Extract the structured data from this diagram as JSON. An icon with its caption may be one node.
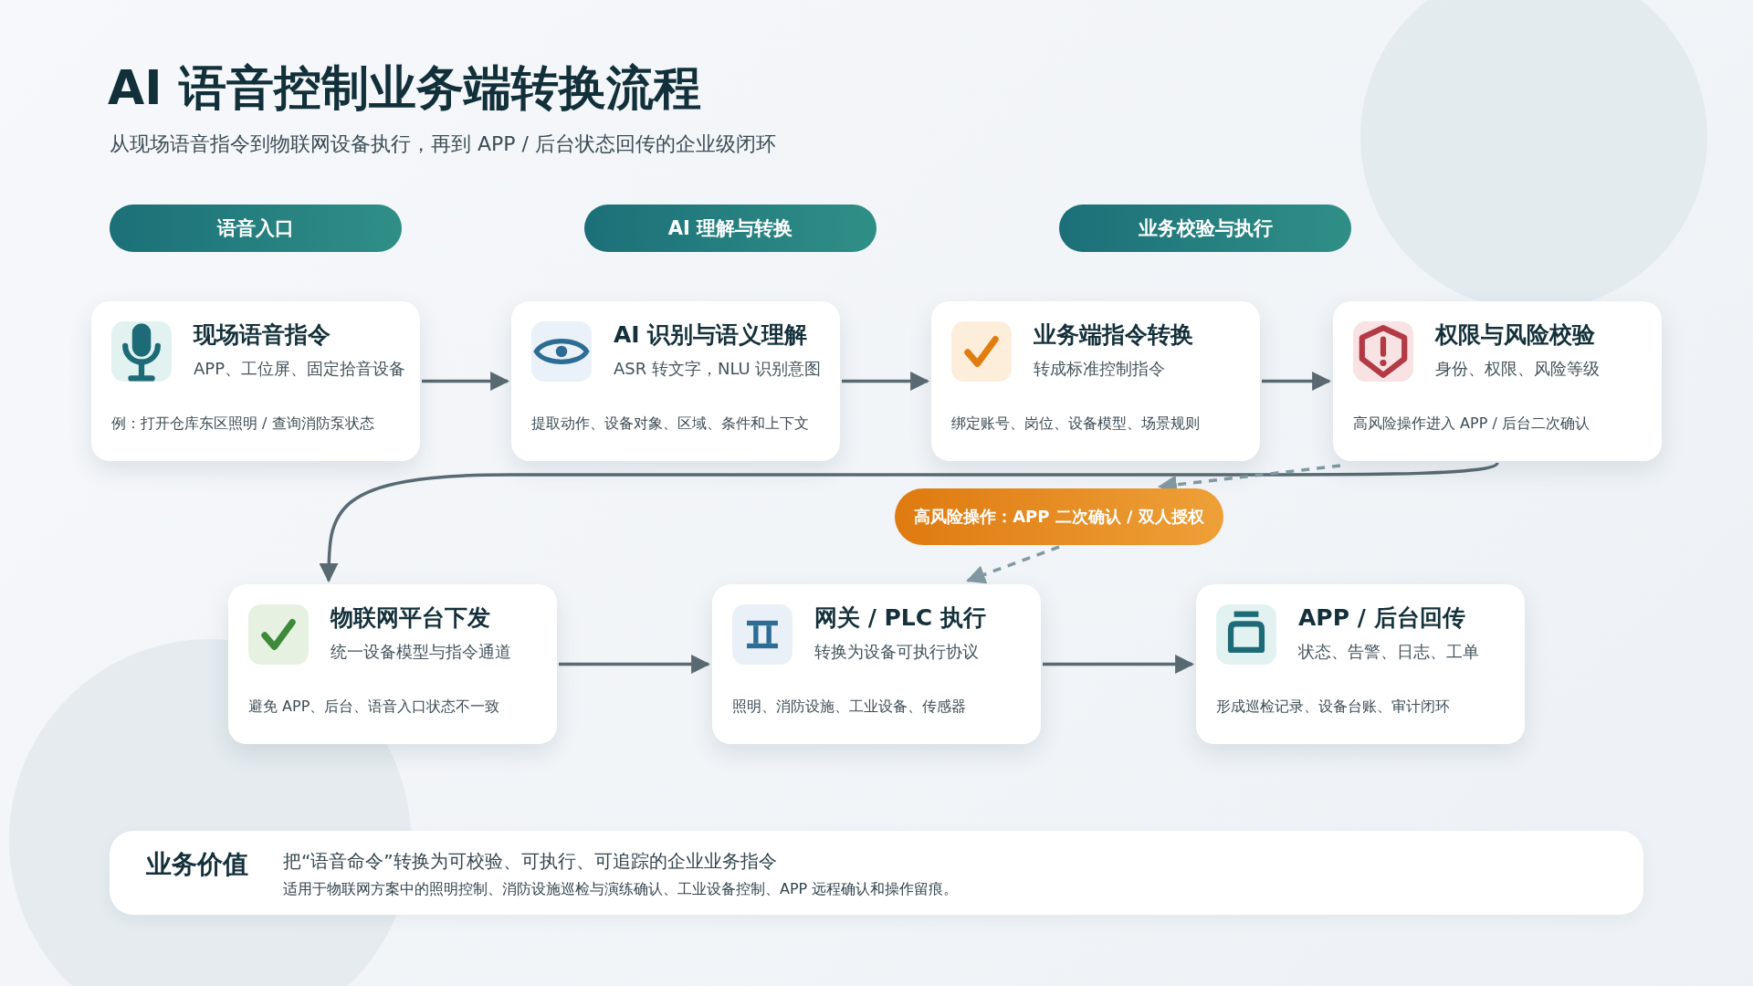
{
  "diagram": {
    "title": "AI 语音控制业务端转换流程",
    "caption": "从现场语音指令到物联网设备执行，再到 APP / 后台状态回传的企业级闭环",
    "nodes": [
      {
        "text": [
          "语音入口"
        ]
      },
      {
        "text": [
          "AI 理解与转换"
        ]
      },
      {
        "text": [
          "业务校验与执行"
        ]
      },
      {
        "text": [
          "现场语音指令",
          "APP、工位屏、固定拾音设备",
          "例：打开仓库东区照明 / 查询消防泵状态"
        ]
      },
      {
        "text": [
          "AI 识别与语义理解",
          "ASR 转文字，NLU 识别意图",
          "提取动作、设备对象、区域、条件和上下文"
        ]
      },
      {
        "text": [
          "业务端指令转换",
          "转成标准控制指令",
          "绑定账号、岗位、设备模型、场景规则"
        ]
      },
      {
        "text": [
          "权限与风险校验",
          "身份、权限、风险等级",
          "高风险操作进入 APP / 后台二次确认"
        ]
      },
      {
        "text": [
          "高风险操作：APP 二次确认 / 双人授权"
        ]
      },
      {
        "text": [
          "物联网平台下发",
          "统一设备模型与指令通道",
          "避免 APP、后台、语音入口状态不一致"
        ]
      },
      {
        "text": [
          "网关 / PLC 执行",
          "转换为设备可执行协议",
          "照明、消防设施、工业设备、传感器"
        ]
      },
      {
        "text": [
          "APP / 后台回传",
          "状态、告警、日志、工单",
          "形成巡检记录、设备台账、审计闭环"
        ]
      },
      {
        "text": [
          "业务价值",
          "把“语音命令”转换为可校验、可执行、可追踪的企业业务指令",
          "适用于物联网方案中的照明控制、消防设施巡检与演练确认、工业设备控制、APP 远程确认和操作留痕。"
        ]
      }
    ],
    "edges": [
      {
        "from": 3,
        "to": 4,
        "arrow": "to"
      },
      {
        "from": 4,
        "to": 5,
        "arrow": "to"
      },
      {
        "from": 5,
        "to": 6,
        "arrow": "to"
      },
      {
        "from": 6,
        "to": 8,
        "arrow": "to"
      },
      {
        "from": 6,
        "to": 7,
        "arrow": "to",
        "style": "dashed",
        "color": "#8299a3"
      },
      {
        "from": 7,
        "to": 9,
        "arrow": "to",
        "style": "dashed",
        "color": "#8299a3"
      },
      {
        "from": 8,
        "to": 9,
        "arrow": "to"
      },
      {
        "from": 9,
        "to": 10,
        "arrow": "to"
      }
    ]
  }
}
